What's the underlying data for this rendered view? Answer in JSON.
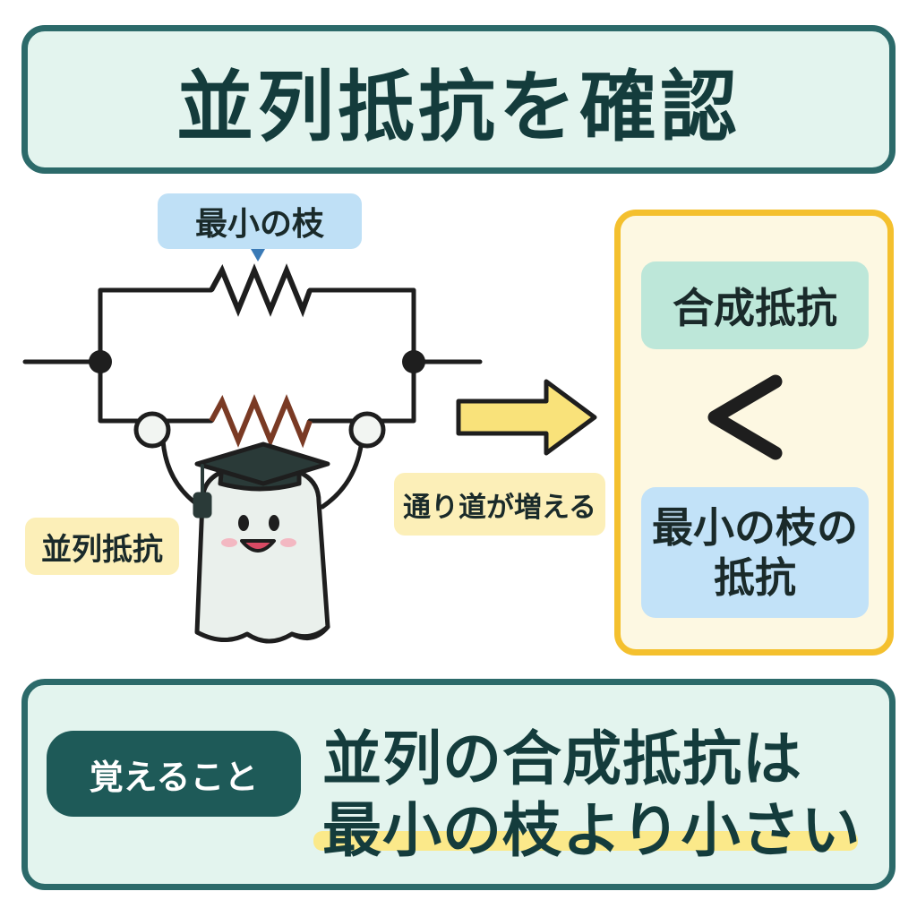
{
  "title": "並列抵抗を確認",
  "diagram": {
    "label_min_branch": "最小の枝",
    "label_parallel": "並列抵抗",
    "label_paths": "通り道が増える"
  },
  "comparison": {
    "left": "合成抵抗",
    "symbol": "<",
    "right": "最小の枝の抵抗"
  },
  "summary": {
    "tag": "覚えること",
    "line1": "並列の合成抵抗は",
    "line2": "最小の枝より小さい"
  },
  "colors": {
    "panel_border": "#2c6a6a",
    "panel_fill": "#e3f4ee",
    "accent_yellow": "#f4c02e",
    "resistor_brown": "#7a3a24",
    "wire": "#1e1e1e"
  }
}
